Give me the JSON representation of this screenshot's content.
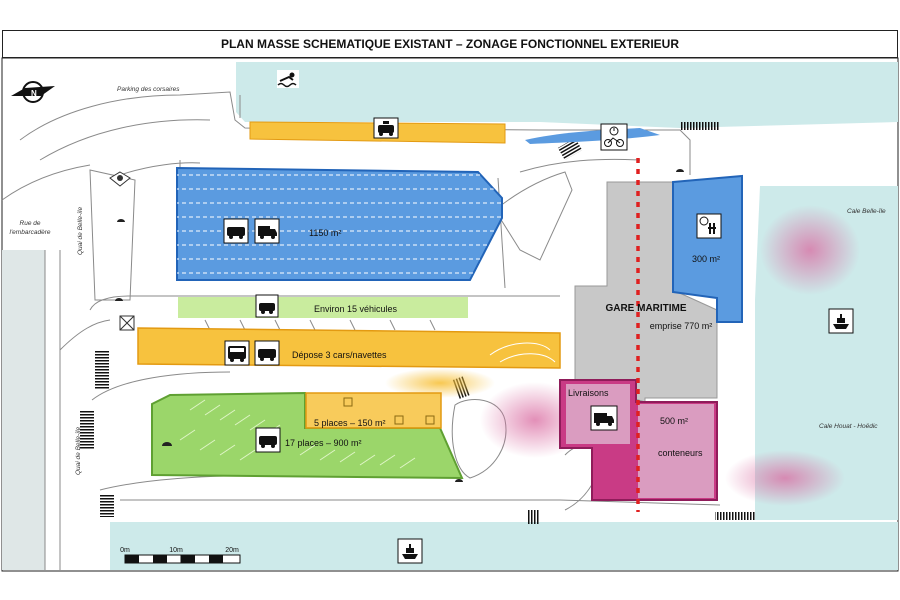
{
  "title": "PLAN MASSE SCHEMATIQUE EXISTANT – ZONAGE FONCTIONNEL EXTERIEUR",
  "place_labels": {
    "parking_corsaires": "Parking des corsaires",
    "rue_embarcadere_1": "Rue de",
    "rue_embarcadere_2": "l'embarcadère",
    "quai_belle_ile_top": "Quai de Belle-île",
    "quai_belle_ile_bottom": "Quai de Belle-île",
    "cale_belle_ile": "Cale Belle-île",
    "cale_houat": "Cale Houat - Hoëdic",
    "gare_maritime": "GARE MARITIME",
    "gare_emprise": "emprise 770 m²"
  },
  "zones": {
    "blue_parking_area": "1150 m²",
    "blue_right_area": "300 m²",
    "green_strip": "Environ 15 véhicules",
    "orange_depose": "Dépose 3 cars/navettes",
    "orange_places": "5 places – 150 m²",
    "green_places": "17 places – 900 m²",
    "pink_livraisons": "Livraisons",
    "pink_area": "500 m²",
    "pink_conteneurs": "conteneurs"
  },
  "scale_bar": {
    "labels": [
      "0m",
      "10m",
      "20m"
    ]
  },
  "icons": [
    "compass-icon",
    "swimmer-icon",
    "taxi-icon",
    "bike-clock-icon",
    "car-icon",
    "truck-icon",
    "bus-icon",
    "ferry-icon",
    "person-clock-icon"
  ],
  "colors": {
    "water": "#cdeaea",
    "blue_zone": "#5b9be0",
    "yellow_zone": "#f7c23e",
    "green_zone": "#9bd66a",
    "magenta_zone": "#c93b85",
    "building": "#c8c8c8",
    "red_dots": "#e02020"
  }
}
